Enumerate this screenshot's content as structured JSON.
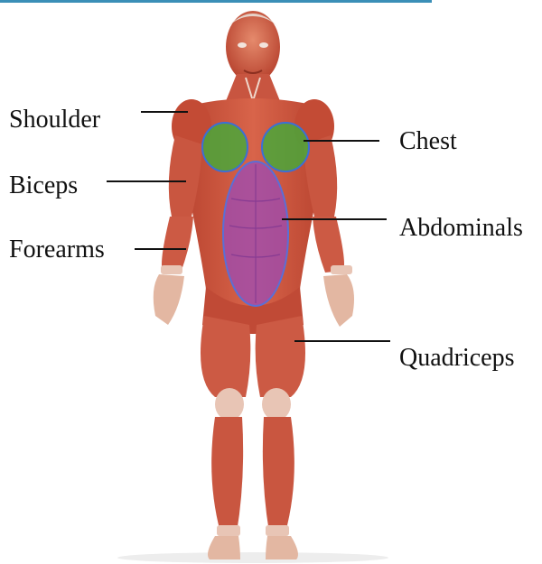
{
  "labels": {
    "shoulder": "Shoulder",
    "biceps": "Biceps",
    "forearms": "Forearms",
    "chest": "Chest",
    "abdominals": "Abdominals",
    "quadriceps": "Quadriceps"
  },
  "colors": {
    "top_rule": "#3a8fb7",
    "muscle": "#c8503a",
    "muscle_dark": "#a23a28",
    "skin_light": "#e9b9a4",
    "chest_highlight": "#3fae3a",
    "chest_outline": "#3b6fd6",
    "abs_highlight": "#9b4bb6",
    "abs_outline": "#5a6fd6",
    "leader_line": "#111111"
  },
  "highlighted_muscles": [
    "Chest",
    "Abdominals"
  ]
}
